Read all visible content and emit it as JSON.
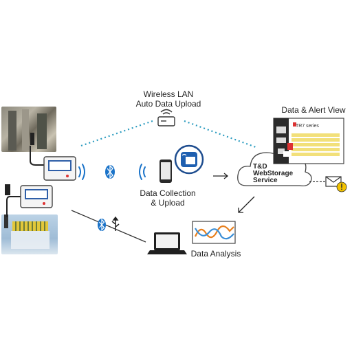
{
  "labels": {
    "wireless_line1": "Wireless LAN",
    "wireless_line2": "Auto Data Upload",
    "data_alert_view": "Data & Alert View",
    "collection_line1": "Data Collection",
    "collection_line2": "& Upload",
    "analysis": "Data Analysis"
  },
  "cloud": {
    "line1": "T&D",
    "line2": "WebStorage",
    "line3": "Service"
  },
  "screen": {
    "title": "TR7 series"
  },
  "colors": {
    "wifi_dotted": "#2a9bbf",
    "bluetooth": "#1a73c9",
    "logger_screen": "#2f5fa8",
    "alert_yellow": "#f2c200",
    "analysis_orange": "#e8801e",
    "analysis_blue": "#3a8ed6"
  },
  "icons": [
    "router-icon",
    "bluetooth-icon",
    "usb-icon",
    "wifi-wave-icon",
    "smartphone-icon",
    "laptop-icon",
    "envelope-icon",
    "warning-icon",
    "cloud-icon"
  ]
}
